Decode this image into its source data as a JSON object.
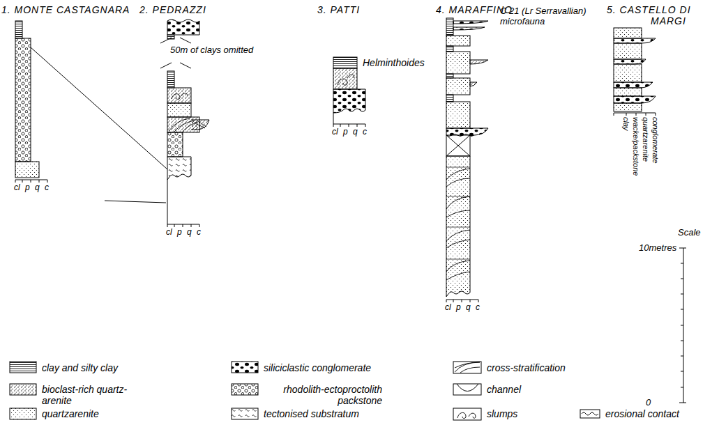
{
  "diagram": {
    "labels": [
      "1. MONTE CASTAGNARA",
      "2. PEDRAZZI",
      "3. PATTI",
      "4. MARAFFINO",
      "5. CASTELLO DI MARGI",
      "50m of clays omitted",
      "Helminthoides",
      "C 21 (Lr Serravallian) microfauna",
      "cl p q c",
      "cl p q c",
      "cl p q c",
      "cl p q c",
      "clay",
      "wacke/packstone",
      "quartzarenite",
      "conglomerate",
      "Scale",
      "10metres",
      "0"
    ],
    "legend": [
      {
        "text": "clay and silty clay"
      },
      {
        "text": "siliciclastic conglomerate"
      },
      {
        "text": "cross-stratification"
      },
      {
        "text": "bioclast-rich quartz-arenite"
      },
      {
        "text": "rhodolith-ectoproctolith packstone"
      },
      {
        "text": "channel"
      },
      {
        "text": "quartzarenite"
      },
      {
        "text": "tectonised substratum"
      },
      {
        "text": "slumps"
      },
      {
        "text": "erosional contact"
      }
    ]
  }
}
